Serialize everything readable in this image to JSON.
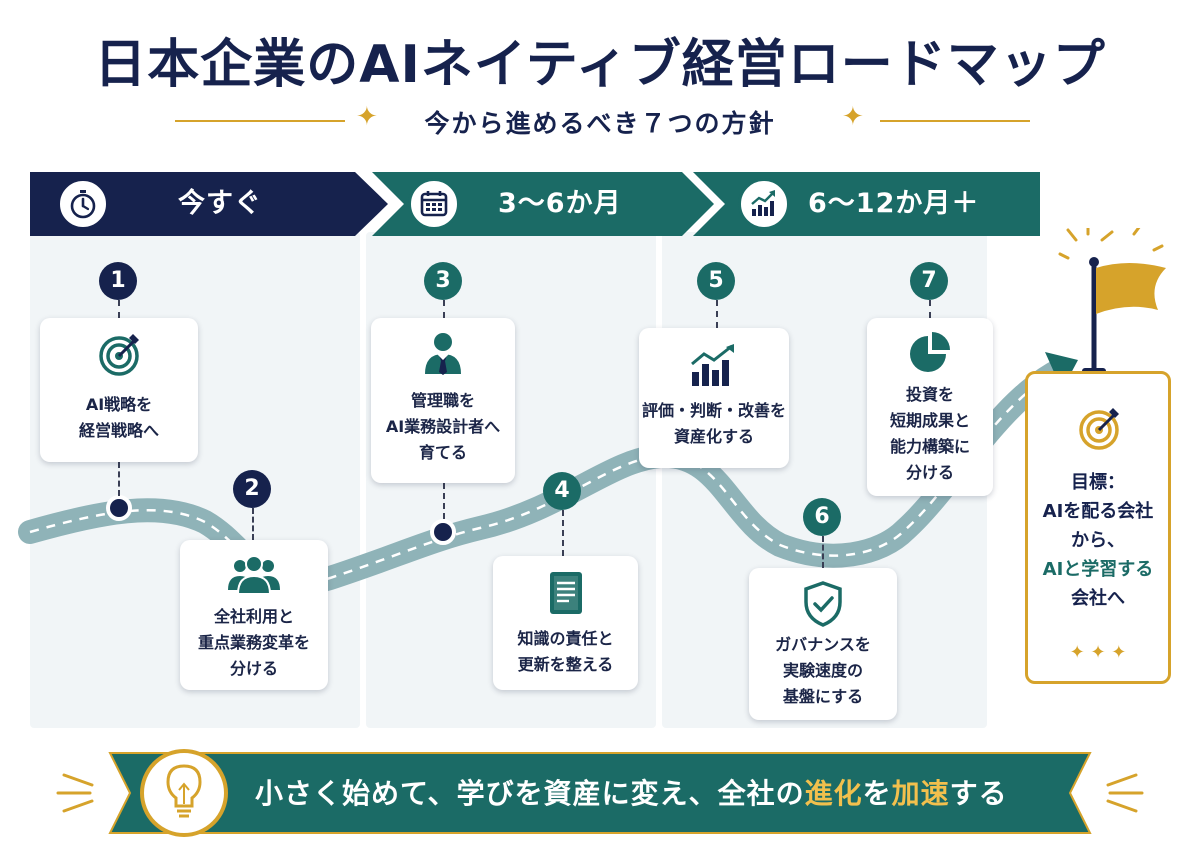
{
  "title": "日本企業のAIネイティブ経営ロードマップ",
  "subtitle": "今から進めるべき７つの方針",
  "colors": {
    "navy": "#16224d",
    "teal": "#1b6b66",
    "gold": "#d6a32b",
    "road": "#8fb3b8",
    "panel": "#f1f5f7"
  },
  "phases": [
    {
      "label": "今すぐ",
      "icon": "stopwatch-icon"
    },
    {
      "label": "3〜6か月",
      "icon": "calendar-icon"
    },
    {
      "label": "6〜12か月＋",
      "icon": "growth-chart-icon"
    }
  ],
  "steps": [
    {
      "number": "1",
      "lines": [
        "AI戦略を",
        "経営戦略へ"
      ],
      "icon": "target-icon"
    },
    {
      "number": "2",
      "lines": [
        "全社利用と",
        "重点業務変革を",
        "分ける"
      ],
      "icon": "group-icon"
    },
    {
      "number": "3",
      "lines": [
        "管理職を",
        "AI業務設計者へ",
        "育てる"
      ],
      "icon": "manager-icon"
    },
    {
      "number": "4",
      "lines": [
        "知識の責任と",
        "更新を整える"
      ],
      "icon": "book-icon"
    },
    {
      "number": "5",
      "lines": [
        "評価・判断・改善を",
        "資産化する"
      ],
      "icon": "bar-chart-icon"
    },
    {
      "number": "6",
      "lines": [
        "ガバナンスを",
        "実験速度の",
        "基盤にする"
      ],
      "icon": "shield-check-icon"
    },
    {
      "number": "7",
      "lines": [
        "投資を",
        "短期成果と",
        "能力構築に",
        "分ける"
      ],
      "icon": "pie-chart-icon"
    }
  ],
  "goal": {
    "lines": [
      "目標：",
      "AIを配る会社",
      "から、",
      "AIと学習する",
      "会社へ"
    ],
    "icon": "target-icon",
    "flag_icon": "flag-icon"
  },
  "banner": {
    "before": "小さく始めて、学びを資産に変え、全社の",
    "highlight_1": "進化",
    "middle": "を",
    "highlight_2": "加速",
    "after": "する",
    "icon": "lightbulb-icon"
  }
}
